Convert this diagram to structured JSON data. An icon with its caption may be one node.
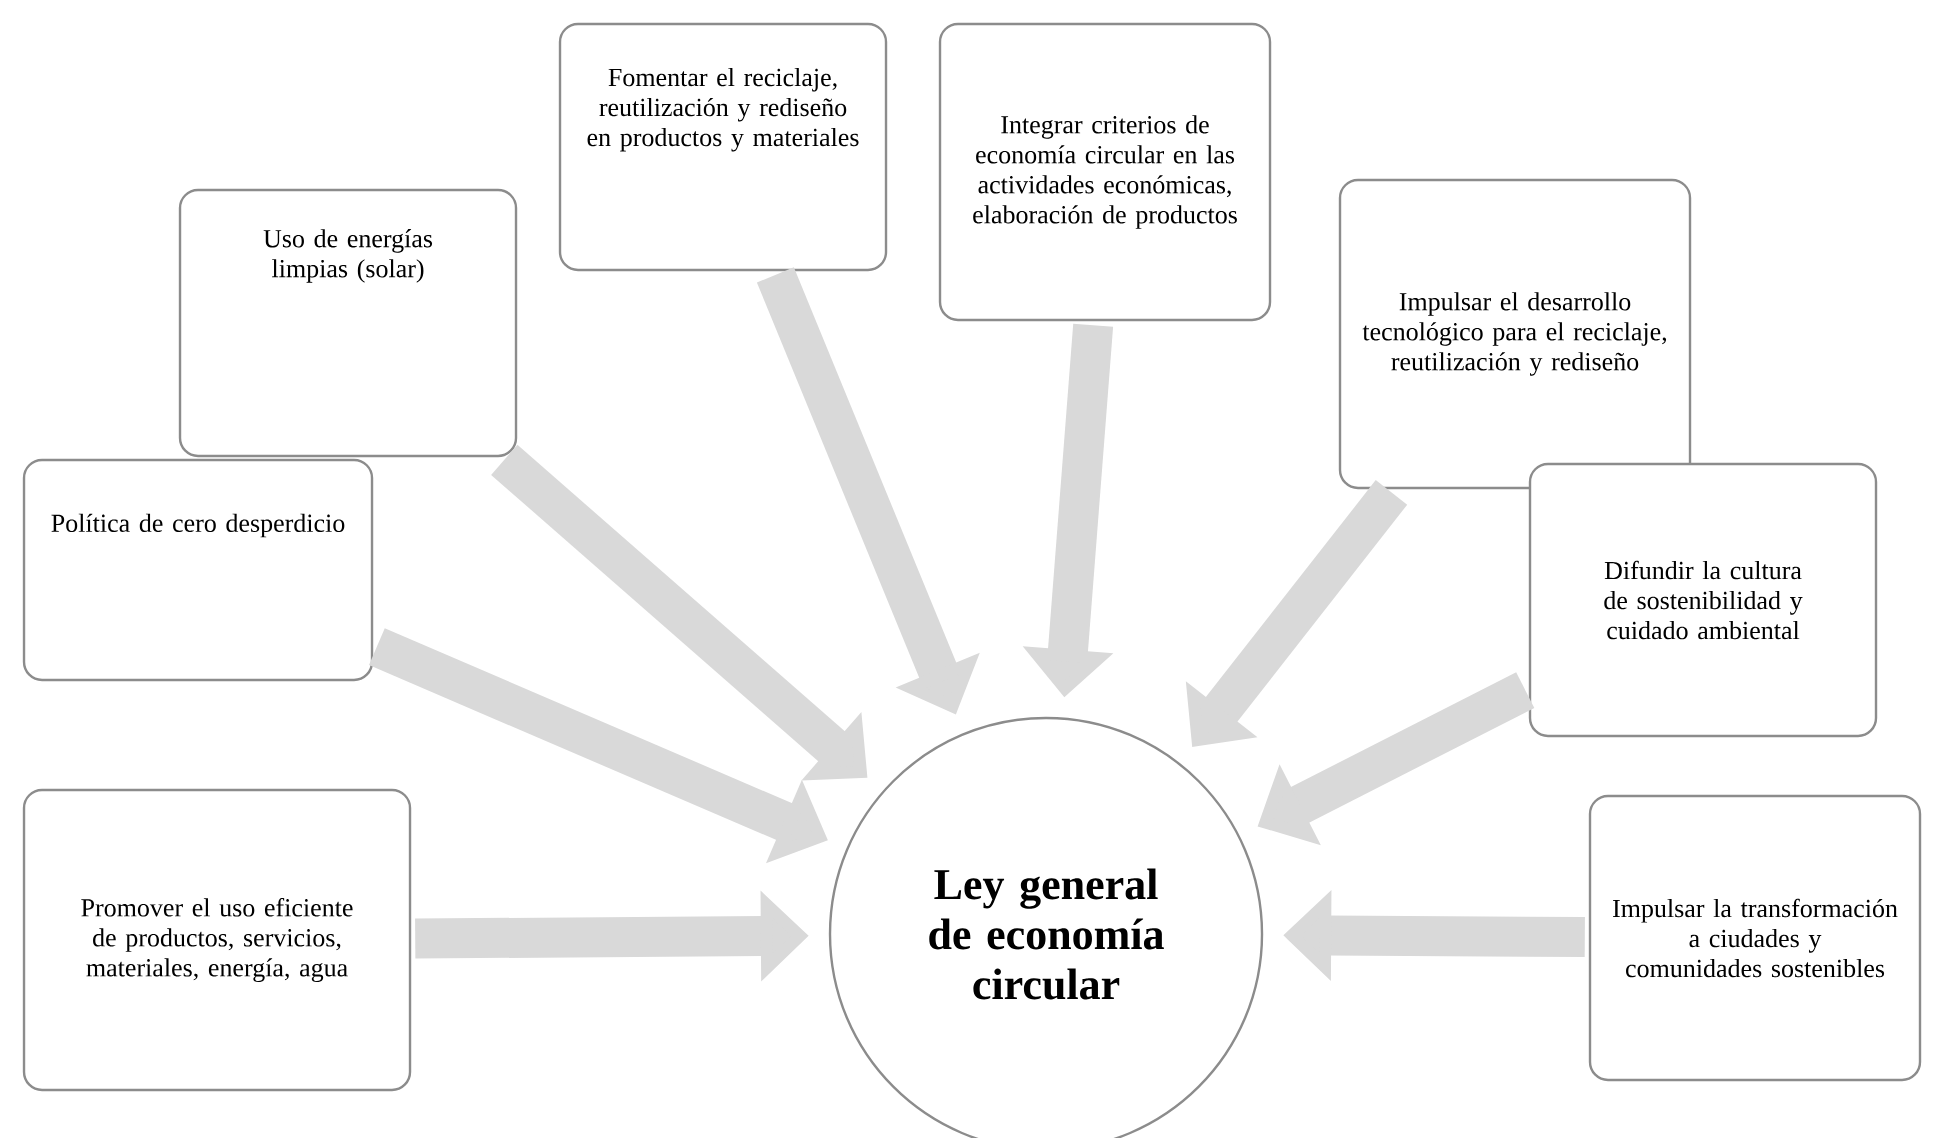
{
  "diagram": {
    "nodes": [
      {
        "text": [
          "Promover el uso eficiente de productos, servicios, materiales, energía, agua"
        ]
      },
      {
        "text": [
          "Política de cero desperdicio"
        ]
      },
      {
        "text": [
          "Uso de energías limpias (solar)"
        ]
      },
      {
        "text": [
          "Fomentar el reciclaje, reutilización y rediseño en productos y materiales"
        ]
      },
      {
        "text": [
          "Integrar criterios de economía circular en las actividades económicas, elaboración de productos"
        ]
      },
      {
        "text": [
          "Impulsar el desarrollo tecnológico para el reciclaje, reutilización y rediseño"
        ]
      },
      {
        "text": [
          "Difundir la cultura de sostenibilidad y cuidado ambiental"
        ]
      },
      {
        "text": [
          "Impulsar la transformación a ciudades y comunidades sostenibles"
        ]
      },
      {
        "text": [
          "Ley general de economía circular"
        ]
      }
    ],
    "edges": [
      {
        "from": 0,
        "to": 8,
        "arrow": "to"
      },
      {
        "from": 1,
        "to": 8,
        "arrow": "to"
      },
      {
        "from": 2,
        "to": 8,
        "arrow": "to"
      },
      {
        "from": 3,
        "to": 8,
        "arrow": "to"
      },
      {
        "from": 4,
        "to": 8,
        "arrow": "to"
      },
      {
        "from": 5,
        "to": 8,
        "arrow": "to"
      },
      {
        "from": 6,
        "to": 8,
        "arrow": "to"
      },
      {
        "from": 7,
        "to": 8,
        "arrow": "to"
      }
    ]
  }
}
